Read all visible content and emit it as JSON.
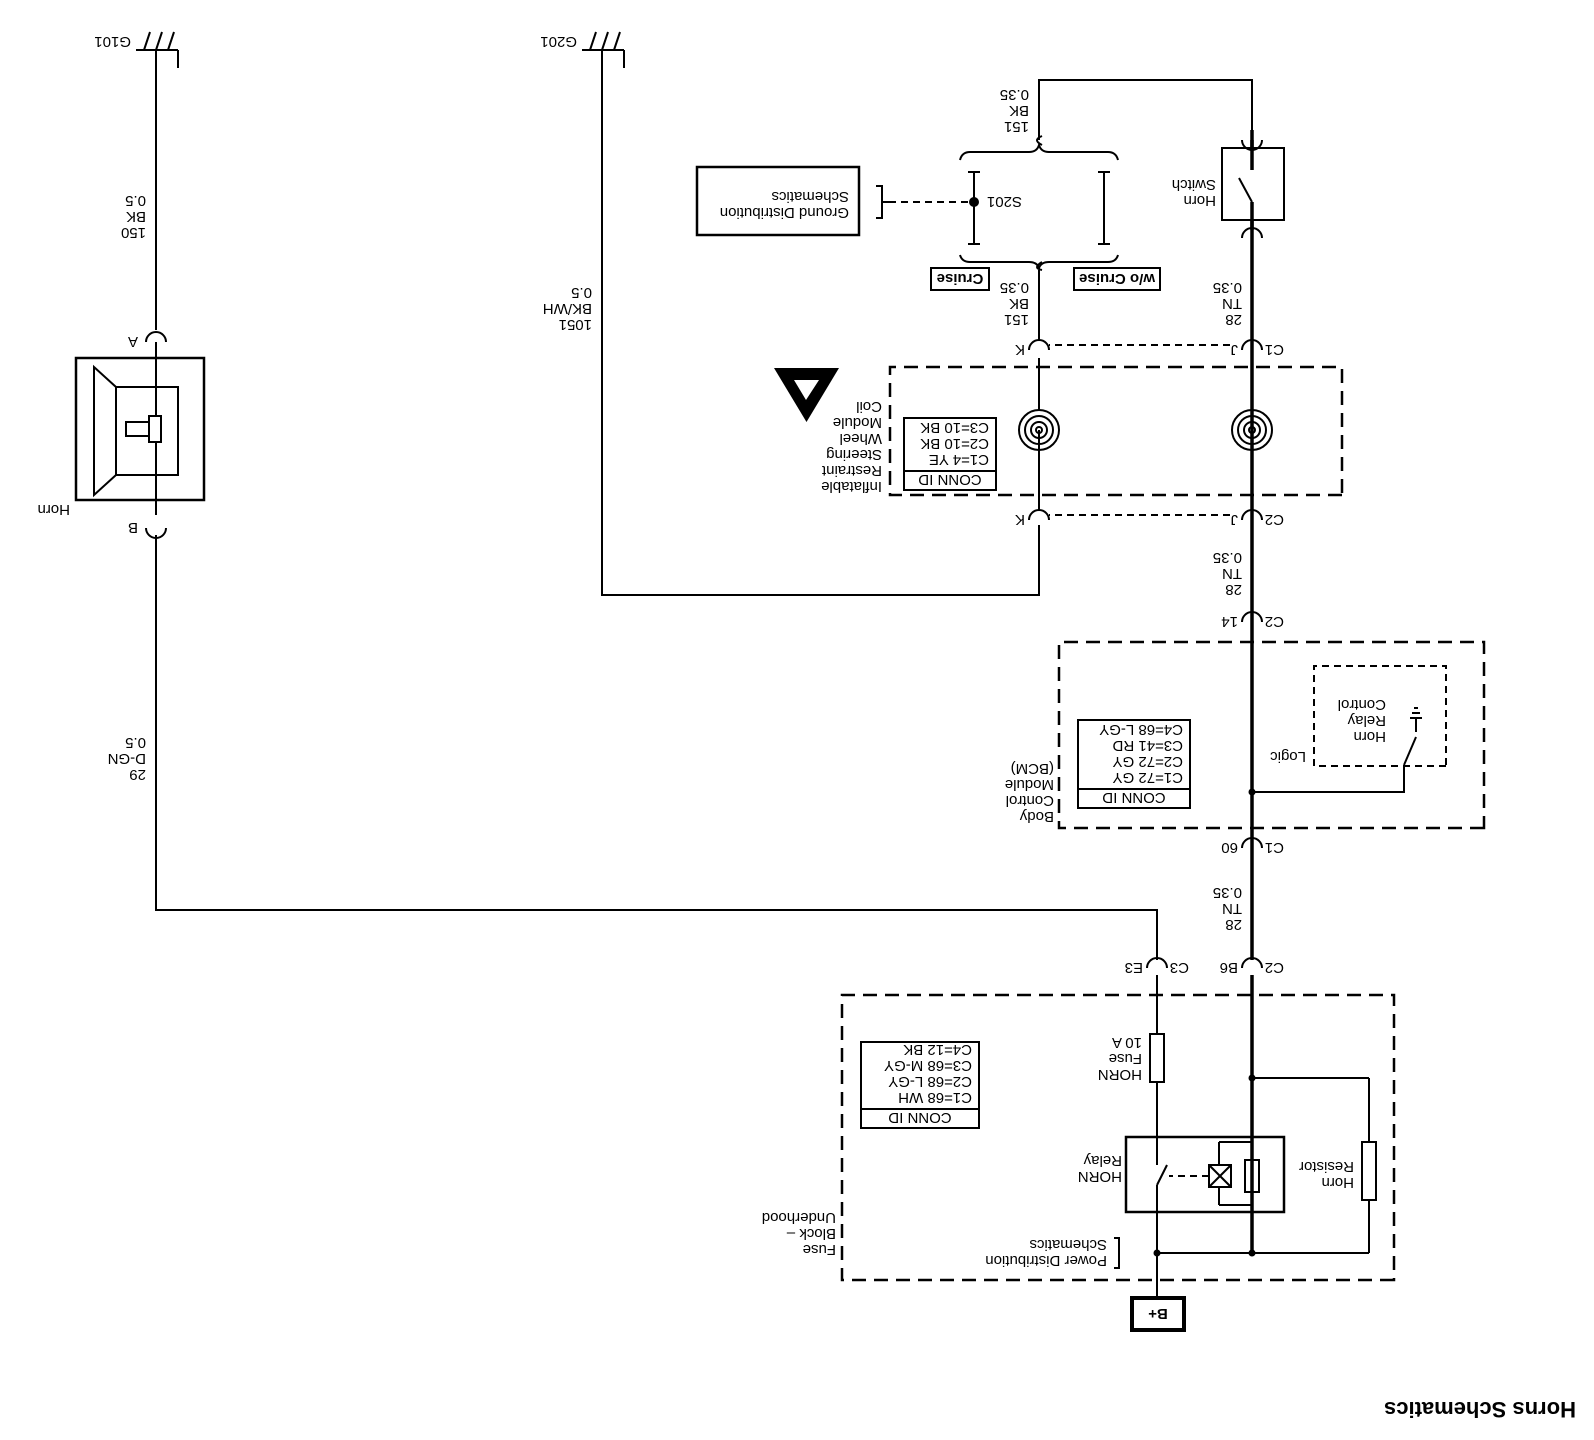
{
  "title": "Horns Schematics",
  "power_source": "B+",
  "fuse_block": {
    "label": [
      "Fuse",
      "Block –",
      "Underhood"
    ],
    "power_distribution_ref": [
      "Power Distribution",
      "Schematics"
    ],
    "conn_id_header": "CONN ID",
    "conn_ids": [
      "C1=68 WH",
      "C2=68 L-GY",
      "C3=68 M-GY",
      "C4=12 BK"
    ],
    "fuse_label": [
      "HORN",
      "Fuse",
      "10 A"
    ],
    "relay_label": [
      "HORN",
      "Relay"
    ],
    "resistor_label": [
      "Horn",
      "Resistor"
    ],
    "pin_c2": "C2",
    "pin_b6": "B6",
    "pin_c3": "C3",
    "pin_e3": "E3"
  },
  "wire_28_a": [
    "28",
    "TN",
    "0.35"
  ],
  "bcm": {
    "label": [
      "Body",
      "Control",
      "Module",
      "(BCM)"
    ],
    "conn_id_header": "CONN ID",
    "conn_ids": [
      "C1=72 GY",
      "C2=72 GY",
      "C3=41 RD",
      "C4=68 L-GY"
    ],
    "relay_control": [
      "Horn",
      "Relay",
      "Control"
    ],
    "logic": "Logic",
    "pin_c1": "C1",
    "pin_60": "60",
    "pin_c2": "C2",
    "pin_14": "14"
  },
  "wire_28_b": [
    "28",
    "TN",
    "0.35"
  ],
  "steering_coil": {
    "label": [
      "Inflatable",
      "Restraint",
      "Steering",
      "Wheel",
      "Module",
      "Coil"
    ],
    "conn_id_header": "CONN ID",
    "conn_ids": [
      "C1=4 YE",
      "C2=10 BK",
      "C3=10 BK"
    ],
    "pin_c2": "C2",
    "pin_j_bottom": "J",
    "pin_k_bottom": "K",
    "pin_c1": "C1",
    "pin_j_top": "J",
    "pin_k_top": "K"
  },
  "wire_28_c": [
    "28",
    "TN",
    "0.35"
  ],
  "wire_151_lower": [
    "151",
    "BK",
    "0.35"
  ],
  "wire_1051": [
    "1051",
    "BK/WH",
    "0.5"
  ],
  "cruise_labels": {
    "with": "Cruise",
    "without": "w/o Cruise"
  },
  "splice": "S201",
  "ground_distribution_ref": [
    "Ground Distribution",
    "Schematics"
  ],
  "horn_switch": [
    "Horn",
    "Switch"
  ],
  "wire_151_upper": [
    "151",
    "BK",
    "0.35"
  ],
  "grounds": {
    "g201": "G201",
    "g101": "G101"
  },
  "horn": {
    "label": "Horn",
    "pin_a": "A",
    "pin_b": "B"
  },
  "wire_150": [
    "150",
    "BK",
    "0.5"
  ],
  "wire_29": [
    "29",
    "D-GN",
    "0.5"
  ]
}
